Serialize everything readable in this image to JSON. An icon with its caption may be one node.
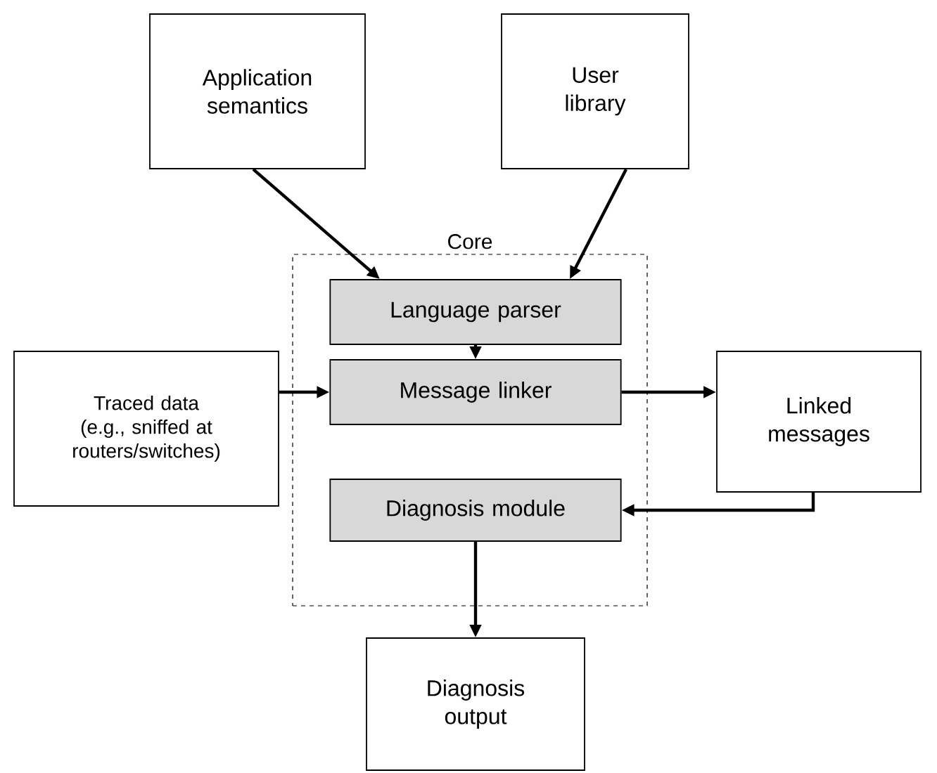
{
  "diagram": {
    "nodes": [
      {
        "text": [
          "Application semantics"
        ]
      },
      {
        "text": [
          "User library"
        ]
      },
      {
        "text": [
          "Core"
        ]
      },
      {
        "text": [
          "Language parser"
        ],
        "in": 2
      },
      {
        "text": [
          "Message linker"
        ],
        "in": 2
      },
      {
        "text": [
          "Diagnosis module"
        ],
        "in": 2
      },
      {
        "text": [
          "Traced data (e.g., sniffed at routers/switches)"
        ]
      },
      {
        "text": [
          "Linked messages"
        ]
      },
      {
        "text": [
          "Diagnosis output"
        ]
      }
    ],
    "edges": [
      {
        "from": 0,
        "to": 3,
        "arrow": "to"
      },
      {
        "from": 1,
        "to": 3,
        "arrow": "to"
      },
      {
        "from": 3,
        "to": 4,
        "arrow": "to"
      },
      {
        "from": 6,
        "to": 4,
        "arrow": "to"
      },
      {
        "from": 4,
        "to": 7,
        "arrow": "to"
      },
      {
        "from": 7,
        "to": 5,
        "arrow": "to"
      },
      {
        "from": 5,
        "to": 8,
        "arrow": "to"
      }
    ]
  }
}
